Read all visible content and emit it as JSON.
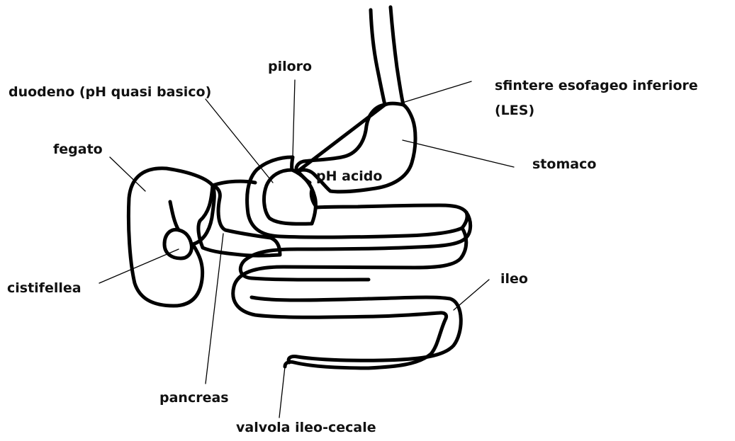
{
  "labels": {
    "sfintere_line1": "sfintere esofageo inferiore",
    "sfintere_line2": "(LES)",
    "piloro": "piloro",
    "duodeno": "duodeno (pH quasi basico)",
    "fegato": "fegato",
    "stomaco": "stomaco",
    "ph_acido": "pH acido",
    "ileo": "ileo",
    "cistifellea": "cistifellea",
    "pancreas": "pancreas",
    "valvola": "valvola ileo-cecale"
  }
}
